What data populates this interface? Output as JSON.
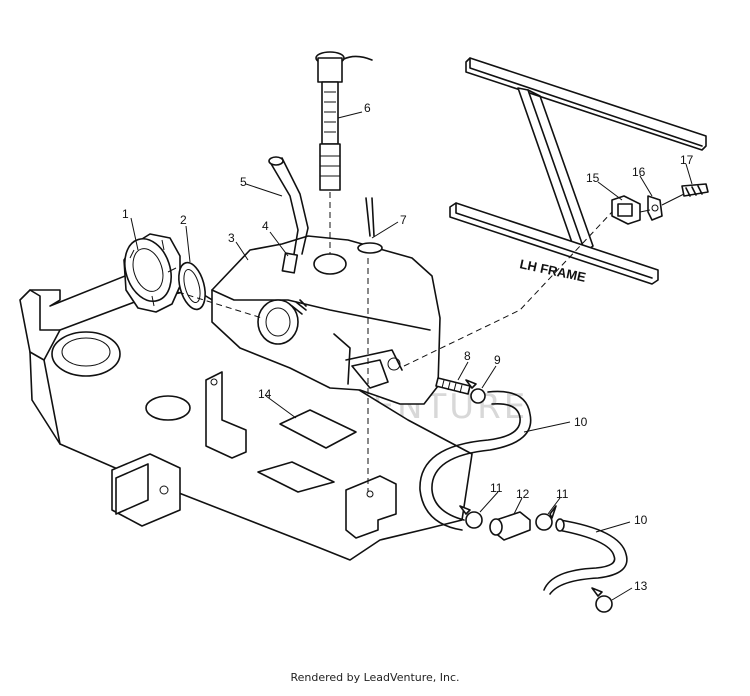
{
  "callouts": {
    "c1": "1",
    "c2": "2",
    "c3": "3",
    "c4": "4",
    "c5": "5",
    "c6": "6",
    "c7": "7",
    "c8": "8",
    "c9": "9",
    "c10a": "10",
    "c10b": "10",
    "c11a": "11",
    "c11b": "11",
    "c12": "12",
    "c13": "13",
    "c14": "14",
    "c15": "15",
    "c16": "16",
    "c17": "17"
  },
  "frame_label": "LH FRAME",
  "watermark": "LEADVENTURE",
  "footer": "Rendered by LeadVenture, Inc."
}
